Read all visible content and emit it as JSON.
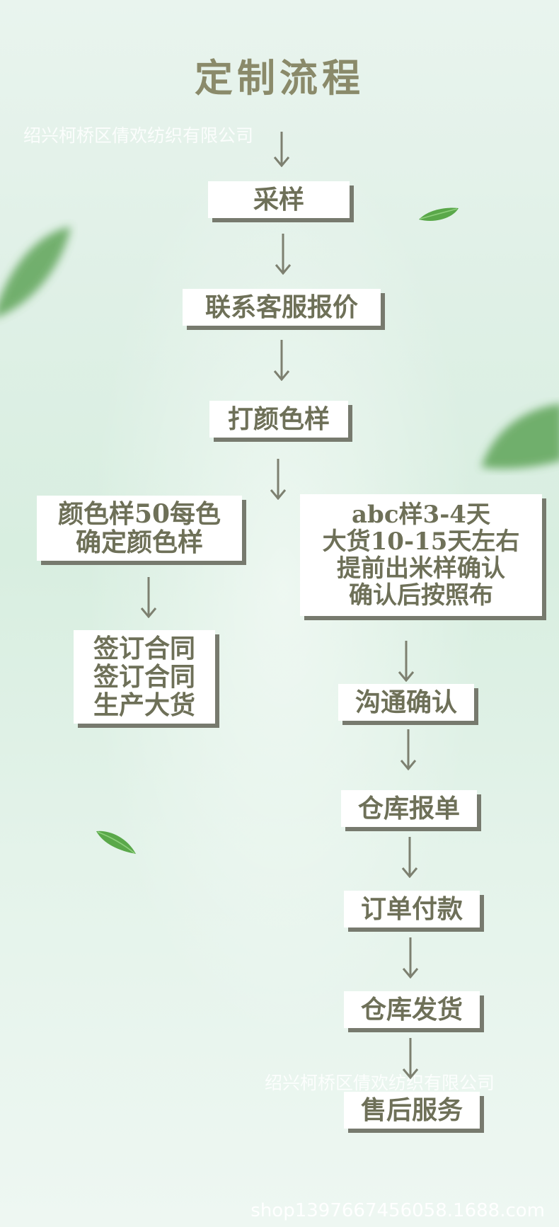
{
  "title": "定制流程",
  "watermark": "绍兴柯桥区倩欢纺织有限公司",
  "footer": "shop1397667456058.1688.com",
  "steps": {
    "sample": "采样",
    "quote": "联系客服报价",
    "color_sample": "打颜色样"
  },
  "left_branch": {
    "box1": [
      "颜色样50每色",
      "确定颜色样"
    ],
    "box2": [
      "签订合同",
      "签订合同",
      "生产大货"
    ]
  },
  "right_branch": {
    "box1": [
      "abc样3-4天",
      "大货10-15天左右",
      "提前出米样确认",
      "确认后按照布"
    ],
    "confirm": "沟通确认",
    "warehouse_report": "仓库报单",
    "payment": "订单付款",
    "shipping": "仓库发货",
    "after_sales": "售后服务"
  },
  "colors": {
    "text": "#6e7058",
    "title": "#8a8a6a",
    "shadow": "#777a6e",
    "arrow": "#7d8070",
    "leaf": "#5aa84a"
  }
}
